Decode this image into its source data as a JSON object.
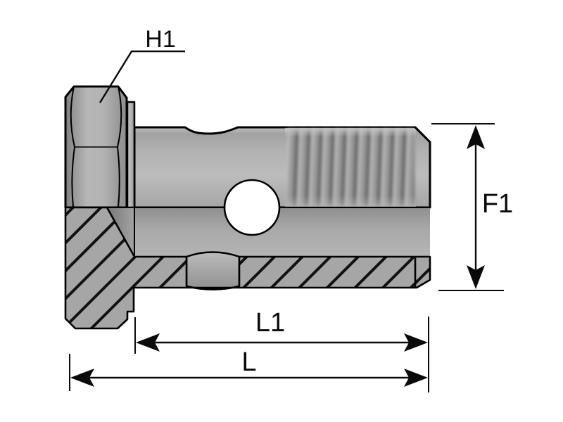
{
  "drawing": {
    "type": "technical-drawing",
    "callouts": {
      "h1": "H1",
      "f1": "F1",
      "l1": "L1",
      "l": "L"
    },
    "colors": {
      "background": "#ffffff",
      "outline": "#000000",
      "body_gray": "#ababab",
      "hatch_fill": "#a6a6a6",
      "hatch_line": "#111111",
      "text": "#0a0a0a"
    }
  }
}
